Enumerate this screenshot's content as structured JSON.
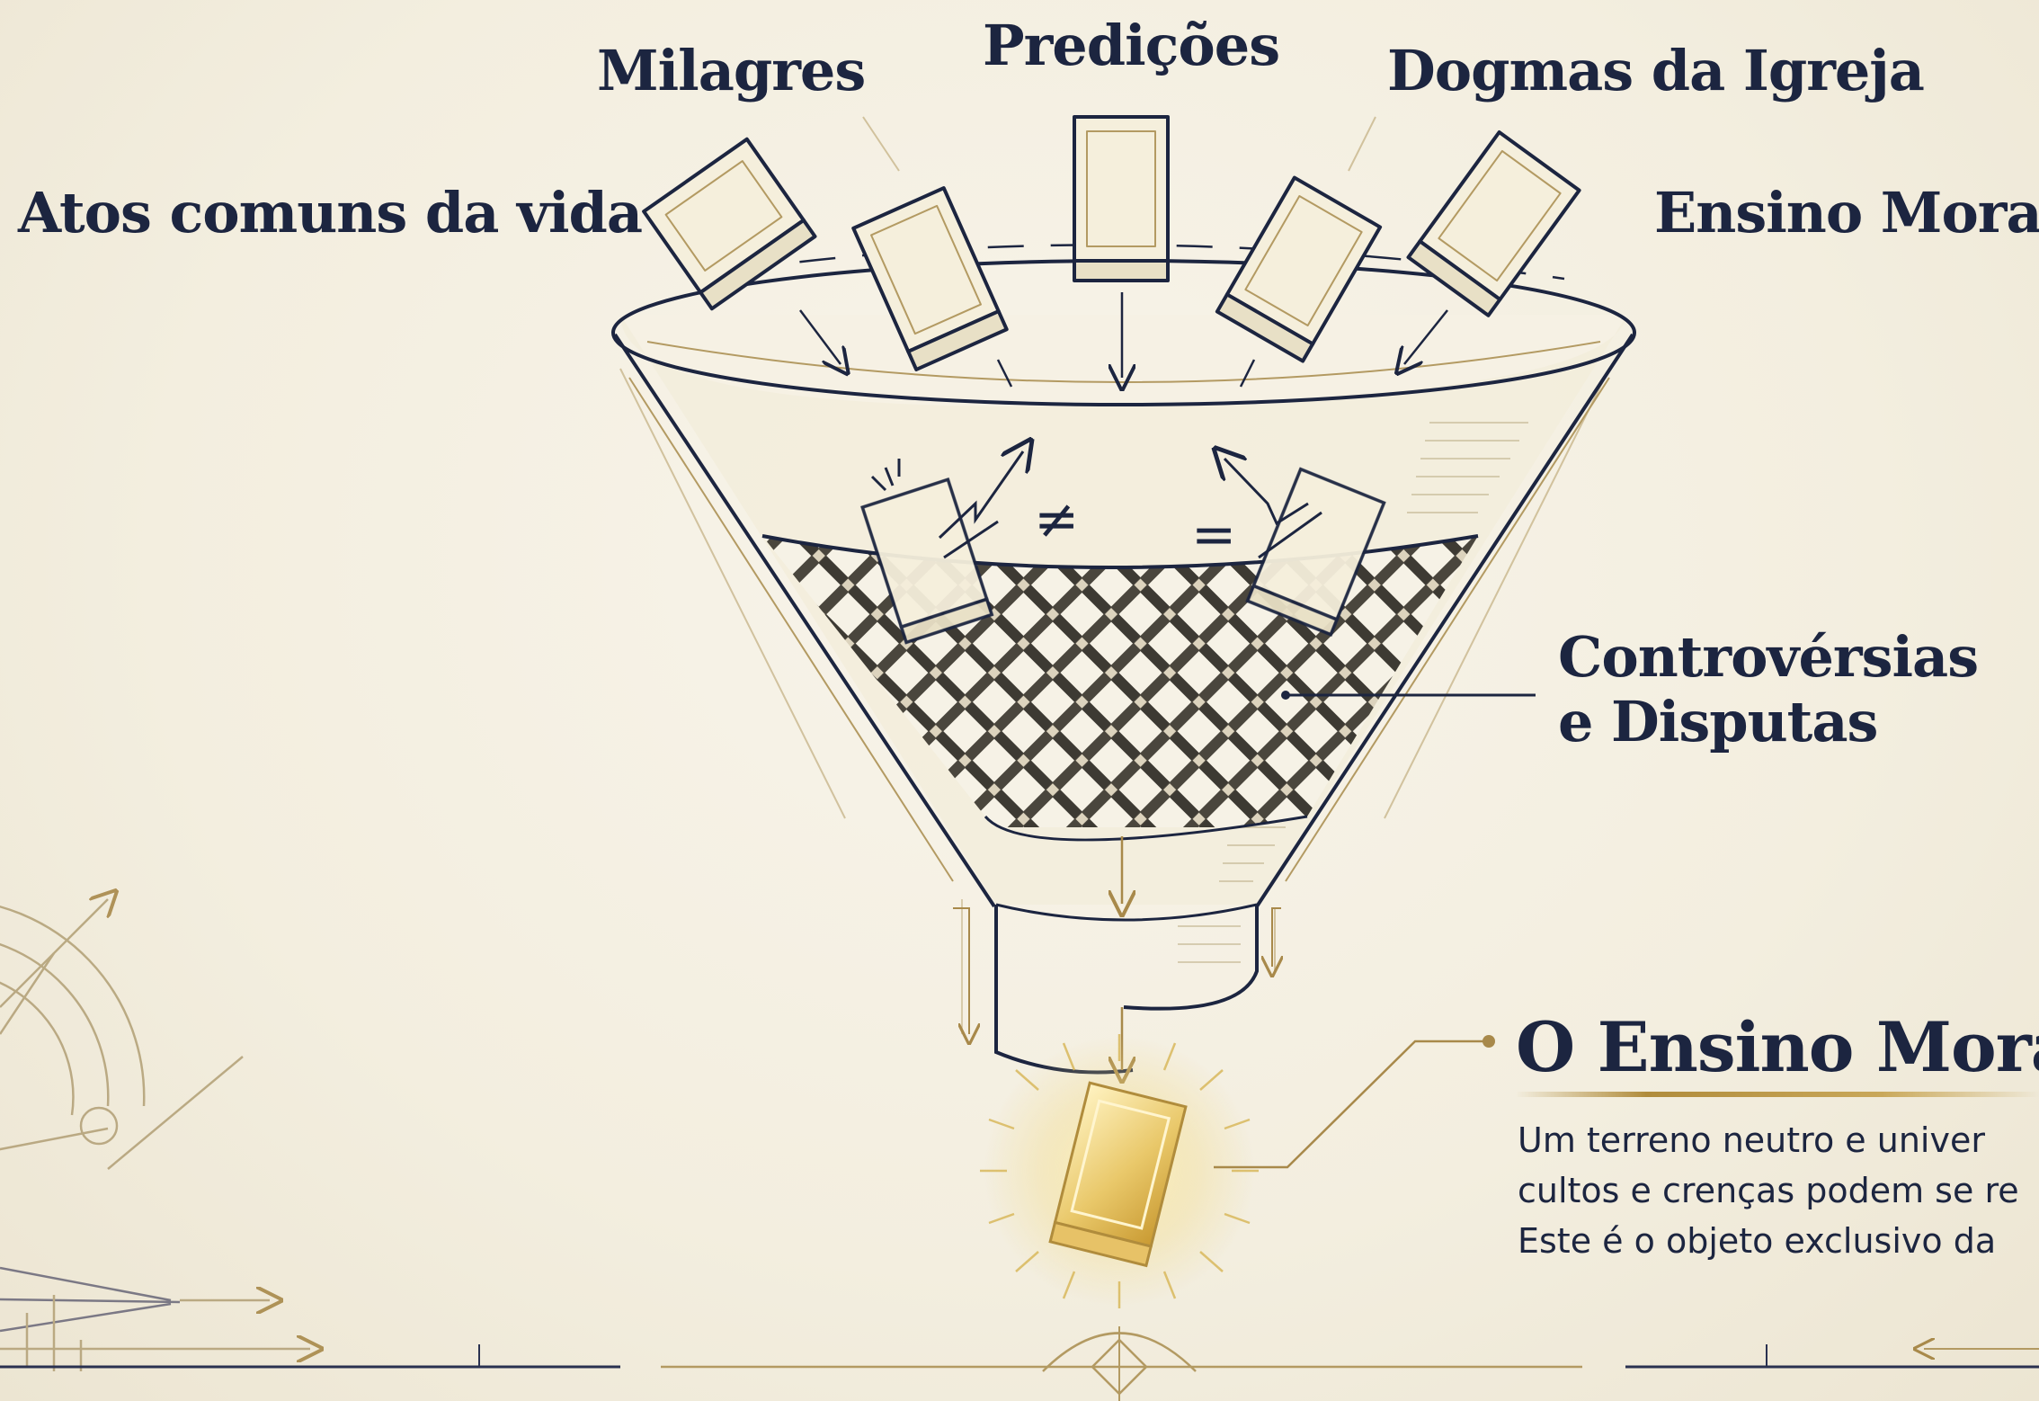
{
  "funnel": {
    "inputs": [
      "Atos comuns da vida",
      "Milagres",
      "Predições",
      "Dogmas da Igreja",
      "Ensino Moral"
    ],
    "filter_label": [
      "Controvérsias",
      "e Disputas"
    ],
    "symbols": {
      "not_equal": "≠",
      "equal": "="
    }
  },
  "outcome": {
    "title": "O Ensino Moral",
    "description_lines": [
      "Um terreno neutro e univer",
      "cultos e crenças podem se re",
      "Este é o objeto exclusivo da"
    ]
  },
  "colors": {
    "ink": "#1c2540",
    "gold": "#b08c3c",
    "paper": "#f4efe2"
  },
  "icons": [
    "book-icon",
    "gold-book-icon",
    "compass-icon",
    "mesh-filter-icon"
  ]
}
